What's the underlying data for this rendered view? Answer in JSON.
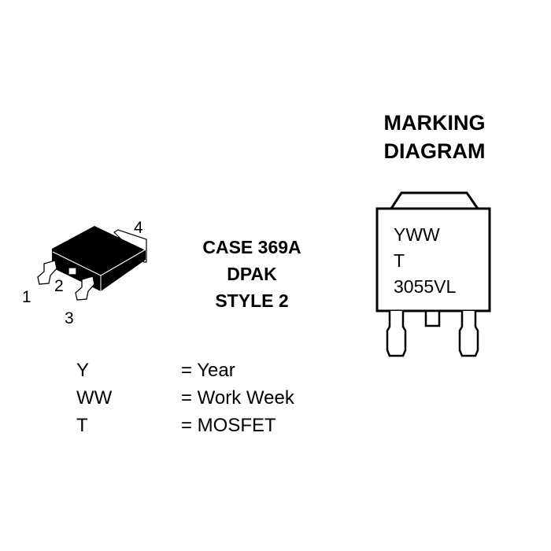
{
  "package": {
    "pins": [
      "1",
      "2",
      "3",
      "4"
    ],
    "case_lines": [
      "CASE 369A",
      "DPAK",
      "STYLE 2"
    ]
  },
  "marking": {
    "title_lines": [
      "MARKING",
      "DIAGRAM"
    ],
    "lines": [
      "YWW",
      "T",
      "3055VL"
    ]
  },
  "legend": [
    {
      "symbol": "Y",
      "meaning": "= Year"
    },
    {
      "symbol": "WW",
      "meaning": "= Work Week"
    },
    {
      "symbol": "T",
      "meaning": "= MOSFET"
    }
  ]
}
